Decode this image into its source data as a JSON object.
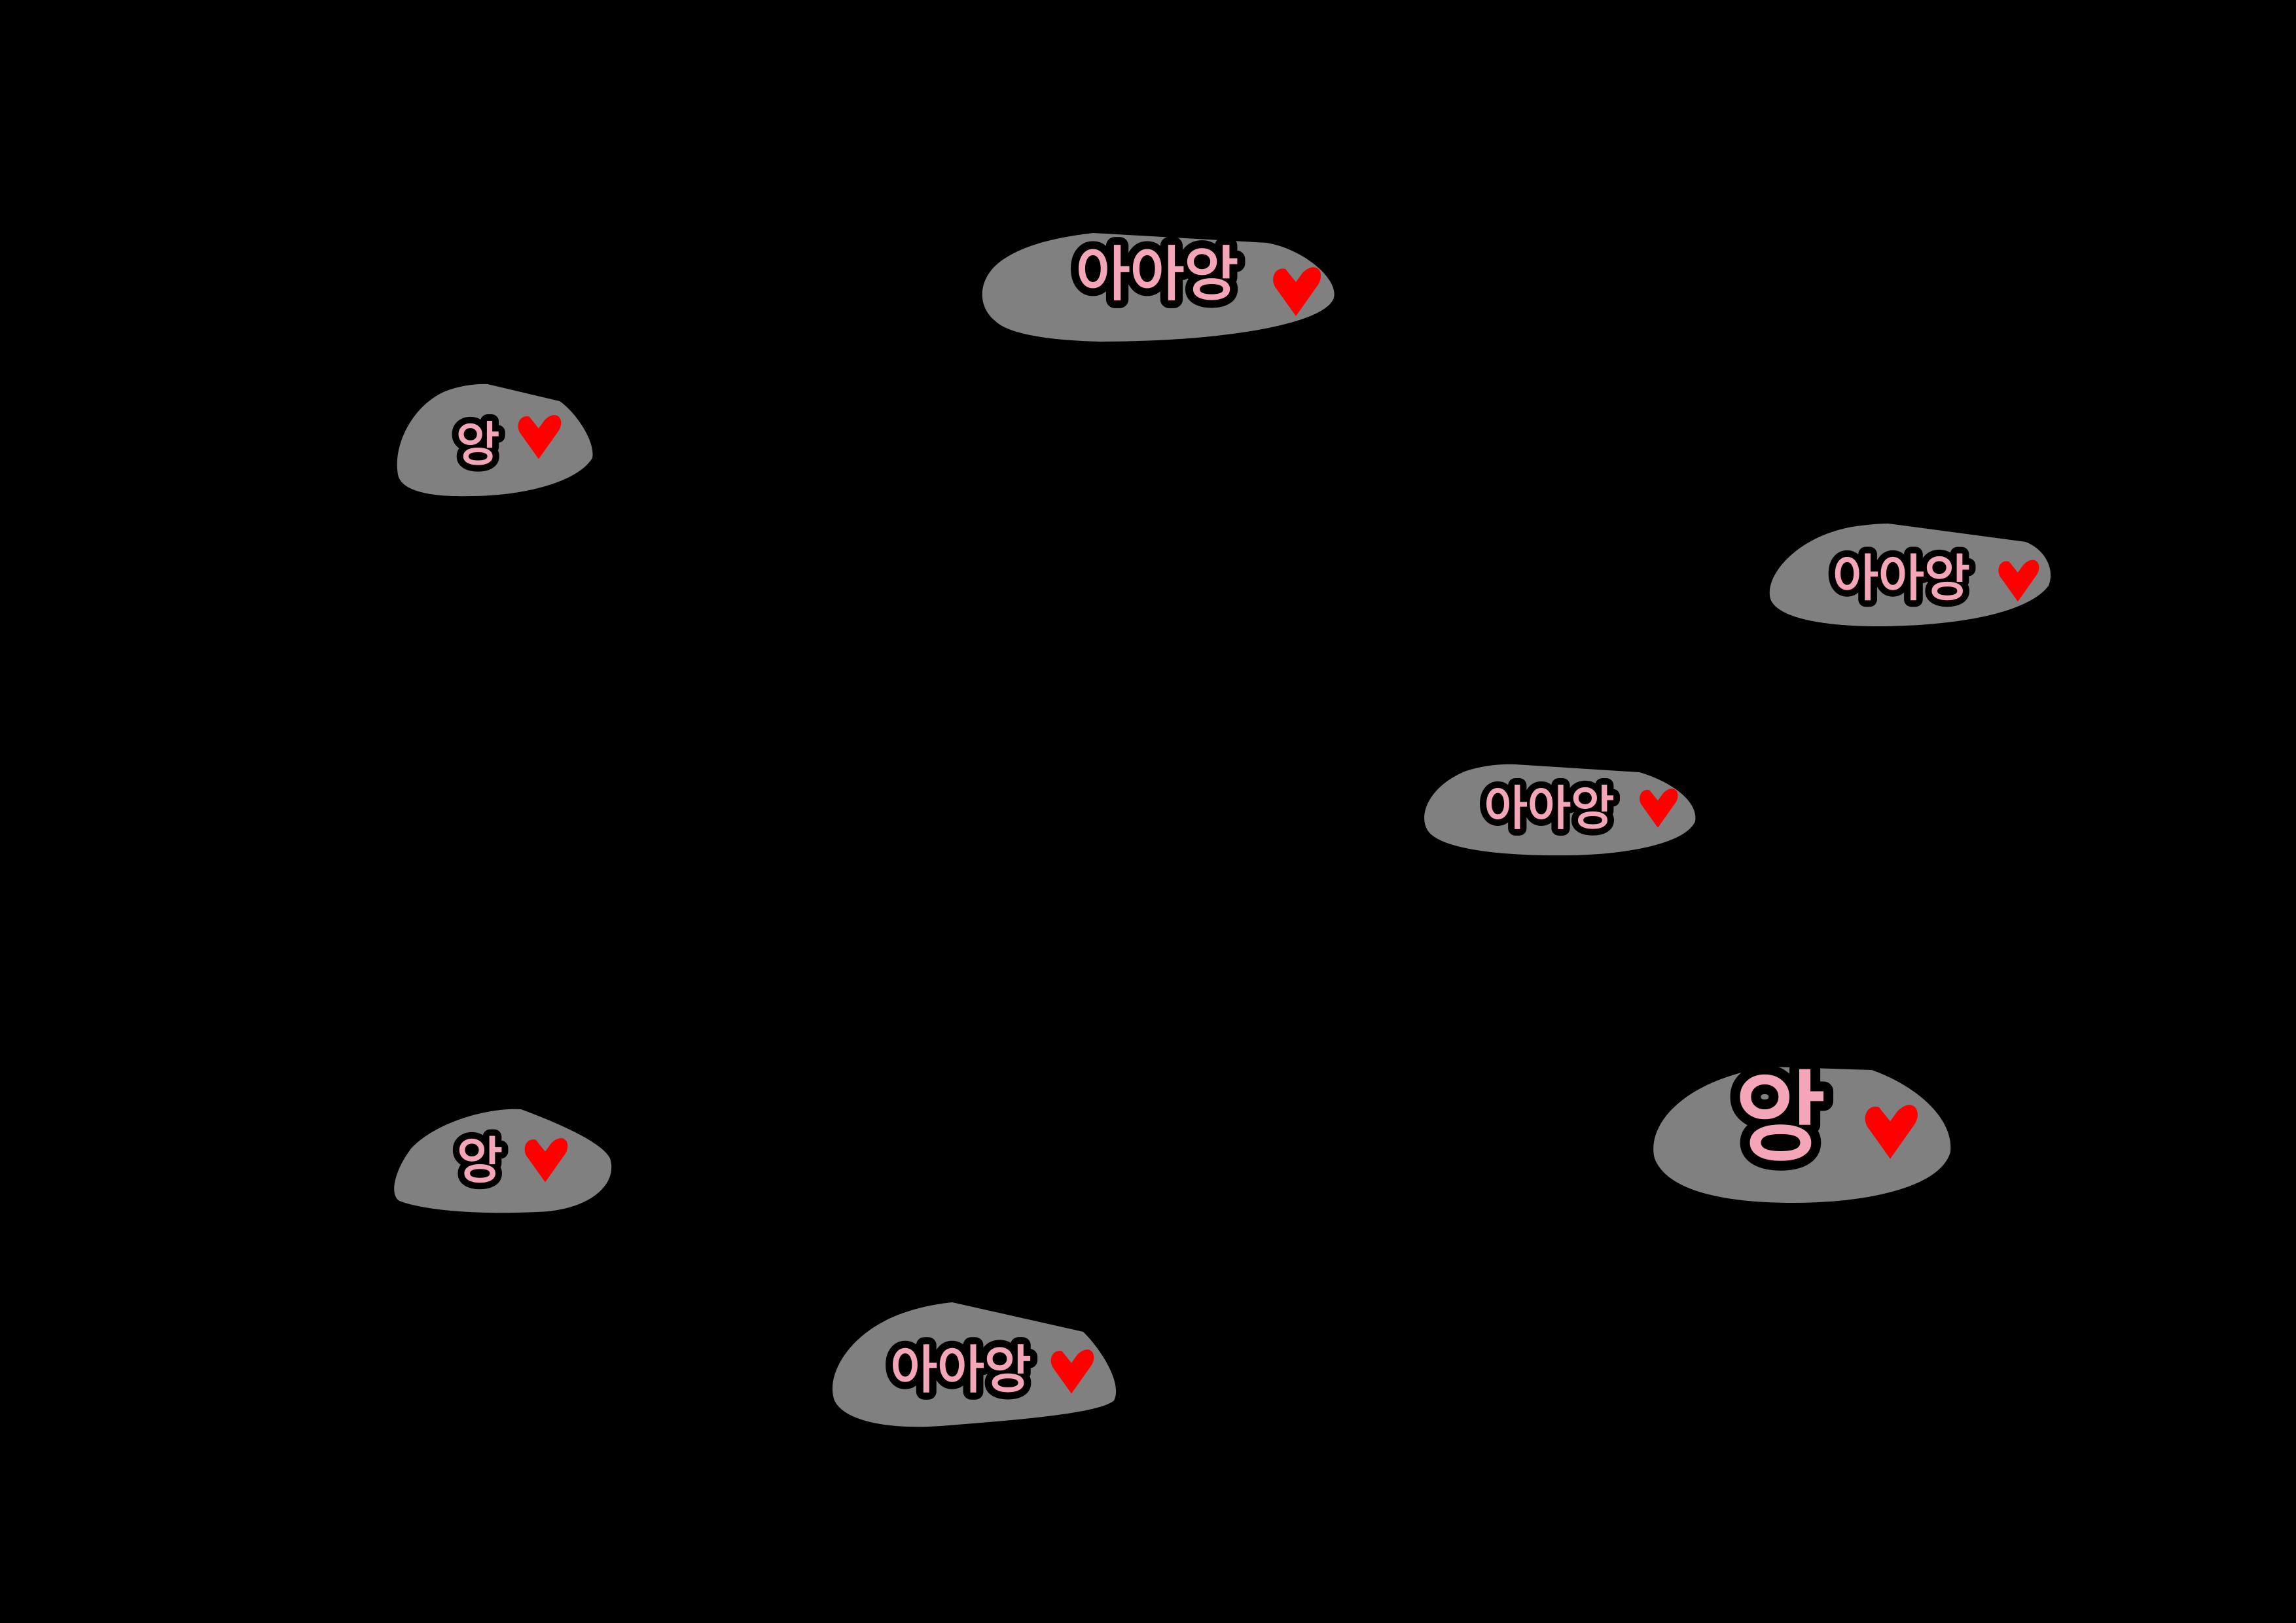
{
  "background_color": "#000000",
  "bubble_color": "#808080",
  "text_color": "#F4A6B8",
  "text_outline_color": "#000000",
  "heart_color": "#FF0000",
  "heart_icon": "heart-icon",
  "bubbles": [
    {
      "text": "아아앙"
    },
    {
      "text": "앙"
    },
    {
      "text": "아아앙"
    },
    {
      "text": "아아앙"
    },
    {
      "text": "앙"
    },
    {
      "text": "앙"
    },
    {
      "text": "아아앙"
    }
  ]
}
